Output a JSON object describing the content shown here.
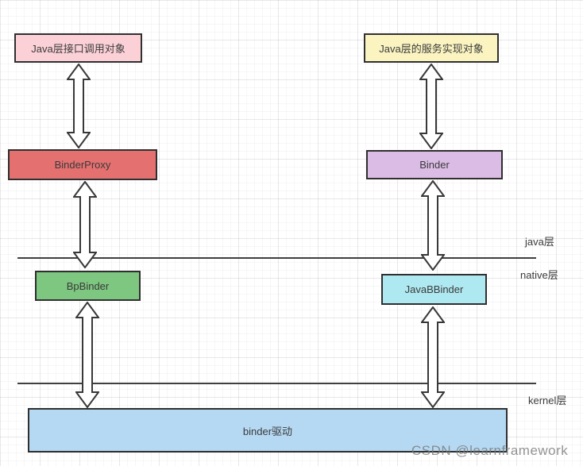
{
  "diagram": {
    "boxes": {
      "java_caller": {
        "label": "Java层接口调用对象",
        "fill": "#fbd1d7"
      },
      "java_service": {
        "label": "Java层的服务实现对象",
        "fill": "#fbf4c1"
      },
      "binder_proxy": {
        "label": "BinderProxy",
        "fill": "#e57070"
      },
      "binder": {
        "label": "Binder",
        "fill": "#dbbce5"
      },
      "bp_binder": {
        "label": "BpBinder",
        "fill": "#7ec781"
      },
      "javab_binder": {
        "label": "JavaBBinder",
        "fill": "#aee8f0"
      },
      "binder_driver": {
        "label": "binder驱动",
        "fill": "#b5d9f3"
      }
    },
    "layers": {
      "java": "java层",
      "native": "native层",
      "kernel": "kernel层"
    },
    "watermark": "CSDN @learnframework",
    "colors": {
      "box_border": "#2f2f2f",
      "divider_line": "#3f3f3f",
      "arrow_stroke": "#383838",
      "arrow_fill": "#ffffff",
      "text": "#3a3a3a",
      "watermark": "#787878"
    }
  }
}
